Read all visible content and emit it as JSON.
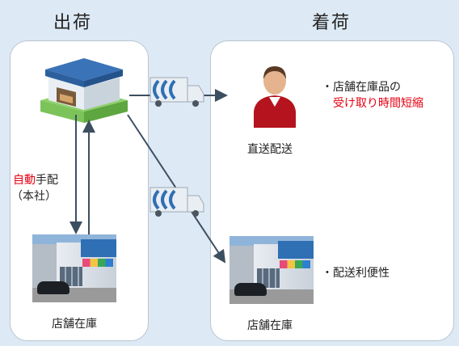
{
  "header": {
    "left": "出荷",
    "right": "着荷"
  },
  "left_panel": {
    "auto_label_red": "自動",
    "auto_label_rest": "手配",
    "hq_label": "（本社）",
    "store_label": "店舗在庫"
  },
  "right_panel": {
    "direct_label": "直送配送",
    "bullet1_line1": "・店舗在庫品の",
    "bullet1_line2": "受け取り時間短縮",
    "bullet2": "・配送利便性",
    "store_label": "店舗在庫"
  },
  "colors": {
    "background": "#dde9f4",
    "panel": "#ffffff",
    "accent_red": "#e60012",
    "arrow": "#3c4f60"
  }
}
